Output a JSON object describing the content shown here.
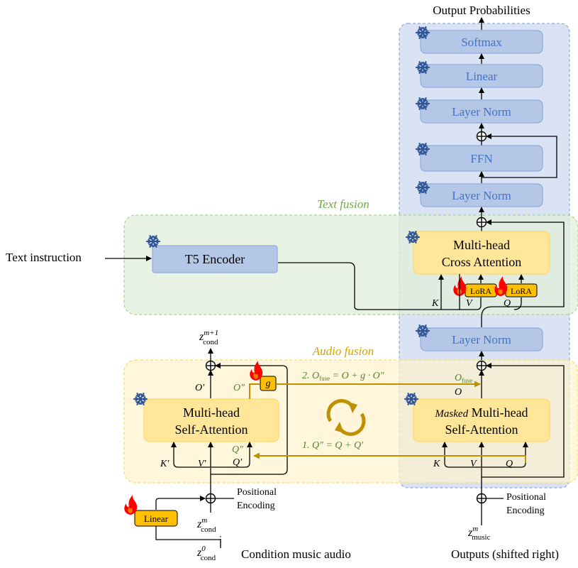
{
  "title": "Output Probabilities",
  "regions": {
    "text_fusion": "Text fusion",
    "audio_fusion": "Audio fusion"
  },
  "blocks": {
    "softmax": "Softmax",
    "linear": "Linear",
    "layer_norm": "Layer Norm",
    "ffn": "FFN",
    "cross_attn_line1": "Multi-head",
    "cross_attn_line2": "Cross Attention",
    "t5": "T5 Encoder",
    "self_attn_line1": "Multi-head",
    "self_attn_line2": "Self-Attention",
    "masked_word": "Masked",
    "masked_rest": " Multi-head",
    "lora": "LoRA",
    "g": "g",
    "cond_linear": "Linear"
  },
  "labels": {
    "text_instruction": "Text instruction",
    "positional": "Positional",
    "encoding": "Encoding",
    "condition_music_audio": "Condition music audio",
    "outputs_shifted": "Outputs (shifted right)",
    "K": "K",
    "V": "V",
    "Q": "Q",
    "K_prime": "K′",
    "V_prime": "V′",
    "Q_prime": "Q′",
    "Q_dprime": "Q″",
    "O": "O",
    "O_prime": "O′",
    "O_dprime": "O″",
    "O_fuse": "O",
    "fuse_sub": "fuse",
    "eq1": "1. Q″ = Q + Q′",
    "eq2_pre": "2. O",
    "eq2_post": " = O + g · O″",
    "z": "z",
    "z_sup_m1": "m+1",
    "z_sup_m": "m",
    "z_sup_0": "0",
    "cond": "cond",
    "music": "music"
  },
  "colors": {
    "frozen_block": "#b4c7e7",
    "frozen_border": "#8faadc",
    "frozen_text": "#4472c4",
    "trainable": "#ffc000",
    "attention_fill": "#ffe699",
    "text_fusion_region": "#e2efda",
    "audio_fusion_region": "#fff2cc",
    "decoder_region": "#dae3f3",
    "gold_arrow": "#bf9000",
    "green_text": "#548235",
    "snowflake": "#2f5597",
    "flame": "#ff0000"
  },
  "icons": [
    "snowflake-icon",
    "flame-icon",
    "cycle-arrows-icon",
    "plus-circle-icon"
  ]
}
